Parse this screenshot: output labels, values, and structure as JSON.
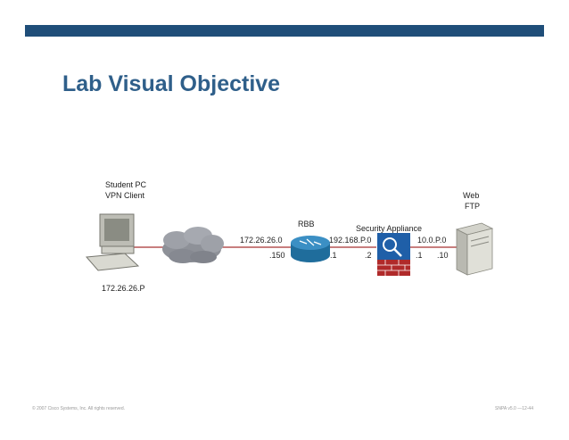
{
  "slide": {
    "title": "Lab Visual Objective",
    "footer_left": "© 2007 Cisco Systems, Inc. All rights reserved.",
    "footer_right": "SNPA v5.0 —12-44"
  },
  "diagram": {
    "student_pc_line1": "Student PC",
    "student_pc_line2": "VPN Client",
    "student_pc_ip": "172.26.26.P",
    "server_line1": "Web",
    "server_line2": "FTP",
    "router_label": "RBB",
    "appliance_label": "Security Appliance",
    "net1": "172.26.26.0",
    "net2": "192.168.P.0",
    "net3": "10.0.P.0",
    "host_150": ".150",
    "host_1a": ".1",
    "host_2": ".2",
    "host_1b": ".1",
    "host_10": ".10"
  },
  "colors": {
    "title": "#2f5f8a",
    "topbar": "#1f4e79",
    "link": "#a83232",
    "router": "#2d7fb0",
    "appliance_blue": "#1f5fa8",
    "firewall_red": "#b02a2a"
  }
}
